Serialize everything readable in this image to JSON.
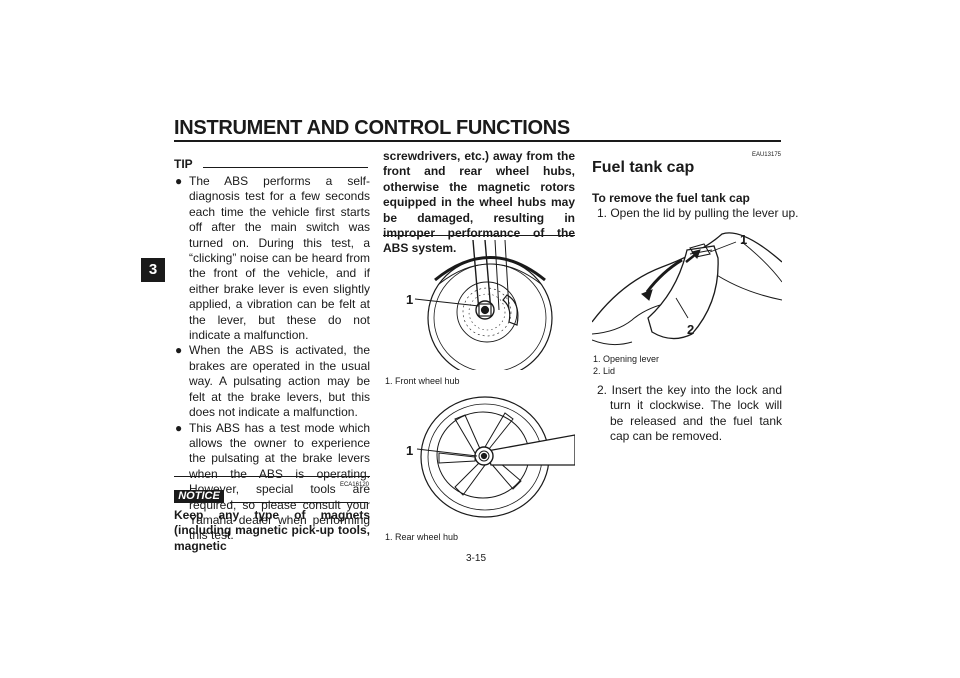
{
  "header": {
    "title": "INSTRUMENT AND CONTROL FUNCTIONS",
    "chapter": "3"
  },
  "tip": {
    "label": "TIP",
    "bullet": "●",
    "items": [
      "The ABS performs a self-diagnosis test for a few seconds each time the vehicle first starts off after the main switch was turned on. During this test, a “clicking” noise can be heard from the front of the vehicle, and if either brake lever is even slightly applied, a vibration can be felt at the lever, but these do not indicate a malfunction.",
      "When the ABS is activated, the brakes are operated in the usual way. A pulsating action may be felt at the brake levers, but this does not indicate a malfunction.",
      "This ABS has a test mode which allows the owner to experience the pulsating at the brake levers when the ABS is operating. However, special tools are required, so please consult your Yamaha dealer when performing this test."
    ]
  },
  "notice": {
    "code": "ECA16120",
    "badge": "NOTICE",
    "text_part1": "Keep any type of magnets (including magnetic pick-up tools, magnetic",
    "text_part2": "screwdrivers, etc.) away from the front and rear wheel hubs, otherwise the magnetic rotors equipped in the wheel hubs may be damaged, resulting in improper performance of the ABS system."
  },
  "figures": {
    "front_callout": "1",
    "front_caption": "1. Front wheel hub",
    "rear_callout": "1",
    "rear_caption": "1. Rear wheel hub",
    "lid_callout_1": "1",
    "lid_callout_2": "2",
    "lid_caption_1": "1. Opening lever",
    "lid_caption_2": "2. Lid"
  },
  "fuel": {
    "code": "EAU13175",
    "title": "Fuel tank cap",
    "subtitle": "To remove the fuel tank cap",
    "step1": "1. Open the lid by pulling the lever up.",
    "step2": "2. Insert the key into the lock and turn it clockwise. The lock will be released and the fuel tank cap can be removed."
  },
  "page_number": "3-15"
}
